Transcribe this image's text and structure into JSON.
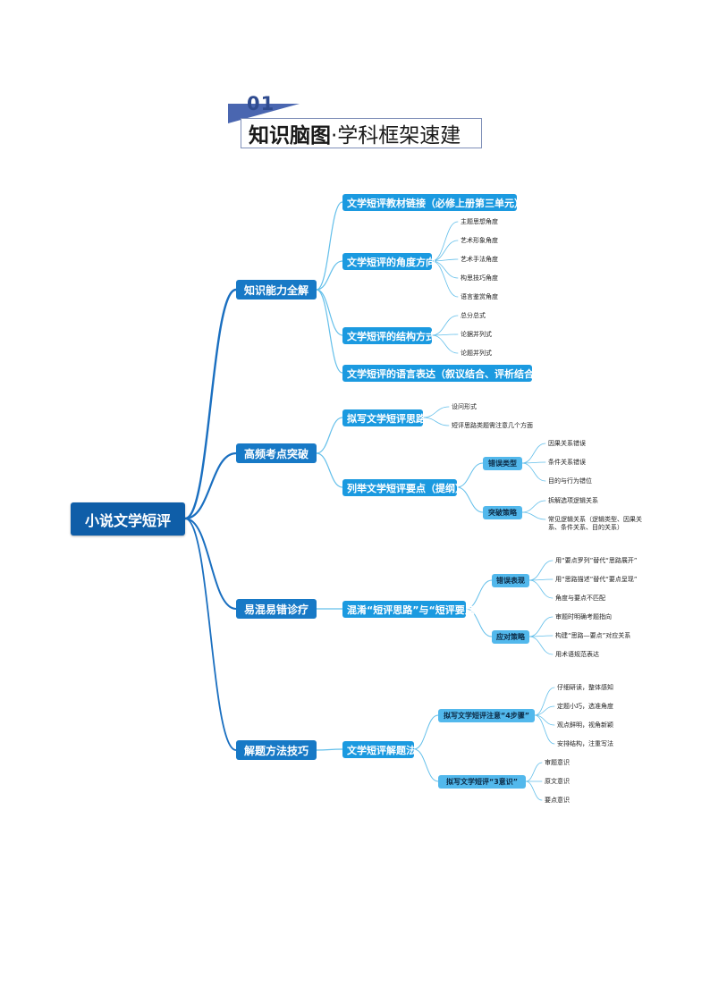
{
  "header": {
    "number": "01",
    "title_bold": "知识脑图",
    "title_rest": "·学科框架速建"
  },
  "root": "小说文学短评",
  "branches": {
    "b1": {
      "label": "知识能力全解",
      "c1": "文学短评教材链接（必修上册第三单元）",
      "c2": {
        "label": "文学短评的角度方向",
        "leaves": [
          "主题思想角度",
          "艺术形象角度",
          "艺术手法角度",
          "构思技巧角度",
          "语言鉴赏角度"
        ]
      },
      "c3": {
        "label": "文学短评的结构方式",
        "leaves": [
          "总分总式",
          "论据并列式",
          "论题并列式"
        ]
      },
      "c4": "文学短评的语言表达（叙议结合、评析结合）"
    },
    "b2": {
      "label": "高频考点突破",
      "c1": {
        "label": "拟写文学短评思路",
        "leaves": [
          "设问形式",
          "短评思路类题需注意几个方面"
        ]
      },
      "c2": {
        "label": "列举文学短评要点（提纲）",
        "g1": {
          "label": "错误类型",
          "leaves": [
            "因果关系错误",
            "条件关系错误",
            "目的与行为错位"
          ]
        },
        "g2": {
          "label": "突破策略",
          "leaves": [
            "拆解选项逻辑关系",
            "常见逻辑关系（逻辑类型、因果关系、条件关系、目的关系）"
          ]
        }
      }
    },
    "b3": {
      "label": "易混易错诊疗",
      "c1": {
        "label": "混淆“短评思路”与“短评要点”",
        "g1": {
          "label": "错误表现",
          "leaves": [
            "用“要点罗列”替代“思路展开”",
            "用“思路描述”替代“要点呈现”",
            "角度与要点不匹配"
          ]
        },
        "g2": {
          "label": "应对策略",
          "leaves": [
            "审题时明确考题指向",
            "构建“思路—要点”对应关系",
            "用术语规范表达"
          ]
        }
      }
    },
    "b4": {
      "label": "解题方法技巧",
      "c1": {
        "label": "文学短评解题法",
        "g1": {
          "label": "拟写文学短评注意“4步骤”",
          "leaves": [
            "仔细研读，整体感知",
            "定题小巧，选准角度",
            "观点鲜明，视角新颖",
            "安排结构，注重写法"
          ]
        },
        "g2": {
          "label": "拟写文学短评“3意识”",
          "leaves": [
            "审题意识",
            "原文意识",
            "要点意识"
          ]
        }
      }
    }
  },
  "colors": {
    "root": "#0f5ea8",
    "level1": "#1779c6",
    "level2": "#1b9ae0",
    "level3": "#52b8ec",
    "line": "#63bfea",
    "line_root": "#1a6fc0",
    "header_accent": "#4a66b0"
  }
}
